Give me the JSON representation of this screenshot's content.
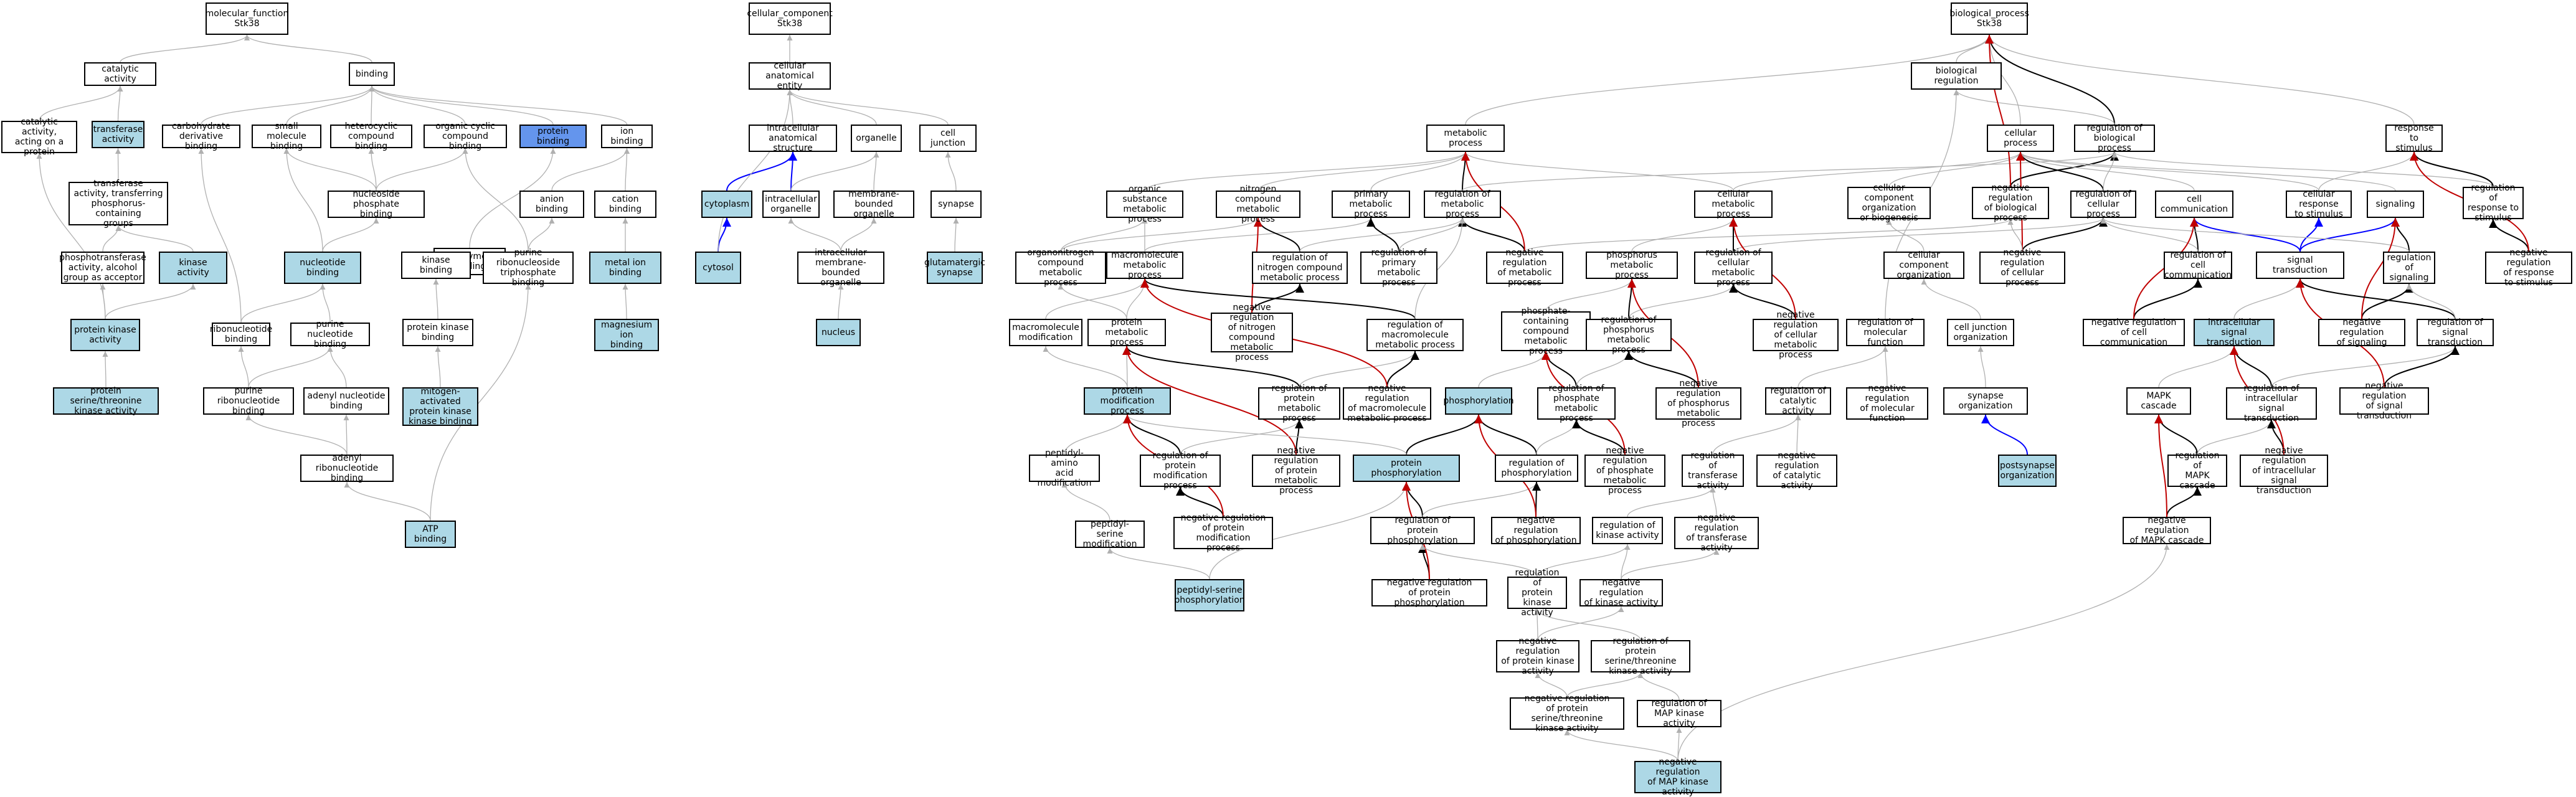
{
  "colors": {
    "gray": "#b0b0b0",
    "black": "#000000",
    "red": "#c00000",
    "blue": "#0000ff",
    "light_blue": "#add8e6",
    "cornflower": "#6495ed"
  },
  "nodes": {
    "mf": "molecular_function\nStk38",
    "catalytic": "catalytic activity",
    "binding": "binding",
    "cat_protein": "catalytic activity,\nacting on a\nprotein",
    "transferase": "transferase\nactivity",
    "carb_deriv": "carbohydrate\nderivative binding",
    "small_mol": "small molecule\nbinding",
    "heterocyclic": "heterocyclic\ncompound binding",
    "org_cyclic": "organic cyclic\ncompound binding",
    "protein_binding": "protein binding",
    "ion_binding": "ion binding",
    "transf_phos": "transferase\nactivity, transferring\nphosphorus-containing\ngroups",
    "nucleoside_phos": "nucleoside phosphate\nbinding",
    "anion": "anion binding",
    "cation": "cation binding",
    "phosphotransf": "phosphotransferase\nactivity, alcohol\ngroup as acceptor",
    "kinase_act": "kinase activity",
    "nucleotide": "nucleotide binding",
    "enzyme": "enzyme binding",
    "metal_ion": "metal ion binding",
    "kinase_binding": "kinase binding",
    "purine_ntp": "purine ribonucleoside\ntriphosphate\nbinding",
    "protein_kinase": "protein kinase\nactivity",
    "ribonucleotide": "ribonucleotide\nbinding",
    "purine_nt": "purine nucleotide\nbinding",
    "magnesium": "magnesium ion\nbinding",
    "pk_binding": "protein kinase\nbinding",
    "ser_thr": "protein serine/threonine\nkinase activity",
    "purine_rnt": "purine ribonucleotide\nbinding",
    "adenyl_nt": "adenyl nucleotide\nbinding",
    "mapk_binding": "mitogen-activated\nprotein kinase\nkinase binding",
    "adenyl_rnt": "adenyl ribonucleotide\nbinding",
    "atp": "ATP binding",
    "cc": "cellular_component\nStk38",
    "cae": "cellular anatomical\nentity",
    "ias": "intracellular\nanatomical structure",
    "organelle": "organelle",
    "cell_junction": "cell junction",
    "cytoplasm": "cytoplasm",
    "intra_org": "intracellular\norganelle",
    "mem_org": "membrane-bounded\norganelle",
    "synapse": "synapse",
    "cytosol": "cytosol",
    "imbo": "intracellular\nmembrane-bounded\norganelle",
    "glut": "glutamatergic\nsynapse",
    "nucleus": "nucleus",
    "bp": "biological_process\nStk38",
    "bio_reg": "biological regulation",
    "metabolic": "metabolic process",
    "cellular_proc": "cellular process",
    "reg_bio": "regulation of\nbiological process",
    "resp_stim": "response to\nstimulus",
    "org_sub": "organic substance\nmetabolic process",
    "nitrogen": "nitrogen compound\nmetabolic process",
    "primary": "primary metabolic\nprocess",
    "reg_metab": "regulation of\nmetabolic process",
    "cell_metab": "cellular metabolic\nprocess",
    "cc_org": "cellular component\norganization\nor biogenesis",
    "neg_reg_bio": "negative regulation\nof biological\nprocess",
    "reg_cell_proc": "regulation of\ncellular process",
    "cell_comm": "cell communication",
    "cell_resp": "cellular response\nto stimulus",
    "signaling": "signaling",
    "reg_resp": "regulation of\nresponse to\nstimulus",
    "orgN": "organonitrogen\ncompound metabolic\nprocess",
    "macromol": "macromolecule\nmetabolic process",
    "reg_nitrogen": "regulation of\nnitrogen compound\nmetabolic process",
    "reg_primary": "regulation of\nprimary metabolic\nprocess",
    "neg_reg_metab": "negative regulation\nof metabolic\nprocess",
    "phos_metab": "phosphorus metabolic\nprocess",
    "reg_cell_metab": "regulation of\ncellular metabolic\nprocess",
    "cc_organization": "cellular component\norganization",
    "neg_reg_cell_proc": "negative regulation\nof cellular\nprocess",
    "reg_cell_comm": "regulation of\ncell communication",
    "sig_trans": "signal transduction",
    "reg_signaling": "regulation of\nsignaling",
    "neg_reg_resp": "negative regulation\nof response\nto stimulus",
    "neg_reg_nitrogen": "negative regulation\nof nitrogen\ncompound metabolic\nprocess",
    "reg_macromol": "regulation of\nmacromolecule\nmetabolic process",
    "macromol_mod": "macromolecule\nmodification",
    "prot_metab": "protein metabolic\nprocess",
    "phosphate_metab": "phosphate-containing\ncompound metabolic\nprocess",
    "reg_phos_metab": "regulation of\nphosphorus metabolic\nprocess",
    "neg_reg_cell_metab": "negative regulation\nof cellular\nmetabolic process",
    "reg_mol_func": "regulation of\nmolecular function",
    "cell_junction_org": "cell junction\norganization",
    "neg_reg_cell_comm": "negative regulation\nof cell communication",
    "intracell_sig": "intracellular\nsignal transduction",
    "neg_reg_signaling": "negative regulation\nof signaling",
    "reg_sig_trans": "regulation of\nsignal transduction",
    "prot_mod": "protein modification\nprocess",
    "reg_prot_metab": "regulation of\nprotein metabolic\nprocess",
    "neg_reg_macromol": "negative regulation\nof macromolecule\nmetabolic process",
    "phosphorylation": "phosphorylation",
    "reg_phosphate": "regulation of\nphosphate metabolic\nprocess",
    "neg_reg_phos": "negative regulation\nof phosphorus\nmetabolic process",
    "reg_catalytic": "regulation of\ncatalytic activity",
    "neg_reg_mol_func": "negative regulation\nof molecular\nfunction",
    "synapse_org": "synapse organization",
    "mapk_cascade": "MAPK cascade",
    "reg_intra_sig": "regulation of\nintracellular\nsignal transduction",
    "neg_reg_sig_trans": "negative regulation\nof signal transduction",
    "peptidyl_aa": "peptidyl-amino\nacid modification",
    "reg_prot_mod": "regulation of\nprotein modification\nprocess",
    "neg_reg_prot_metab": "negative regulation\nof protein metabolic\nprocess",
    "prot_phos": "protein phosphorylation",
    "reg_phosphorylation": "regulation of\nphosphorylation",
    "neg_reg_phosphate": "negative regulation\nof phosphate\nmetabolic process",
    "reg_transferase": "regulation of\ntransferase\nactivity",
    "neg_reg_catalytic": "negative regulation\nof catalytic\nactivity",
    "postsynapse": "postsynapse\norganization",
    "reg_mapk": "regulation of\nMAPK cascade",
    "neg_reg_intra_sig": "negative regulation\nof intracellular\nsignal transduction",
    "peptidyl_serine": "peptidyl-serine\nmodification",
    "neg_reg_prot_mod": "negative regulation\nof protein modification\nprocess",
    "reg_prot_phos": "regulation of\nprotein phosphorylation",
    "neg_reg_phosphorylation": "negative regulation\nof phosphorylation",
    "reg_kinase": "regulation of\nkinase activity",
    "neg_reg_transferase": "negative regulation\nof transferase\nactivity",
    "neg_reg_mapk": "negative regulation\nof MAPK cascade",
    "peptidyl_serine_phos": "peptidyl-serine\nphosphorylation",
    "neg_reg_prot_phos": "negative regulation\nof protein phosphorylation",
    "reg_pk": "regulation of\nprotein kinase\nactivity",
    "neg_reg_kinase": "negative regulation\nof kinase activity",
    "neg_reg_pk": "negative regulation\nof protein kinase\nactivity",
    "reg_ser_thr": "regulation of\nprotein serine/threonine\nkinase activity",
    "neg_reg_ser_thr": "negative regulation\nof protein serine/threonine\nkinase activity",
    "reg_map_kinase": "regulation of\nMAP kinase activity",
    "neg_reg_map_kinase": "negative regulation\nof MAP kinase\nactivity"
  }
}
